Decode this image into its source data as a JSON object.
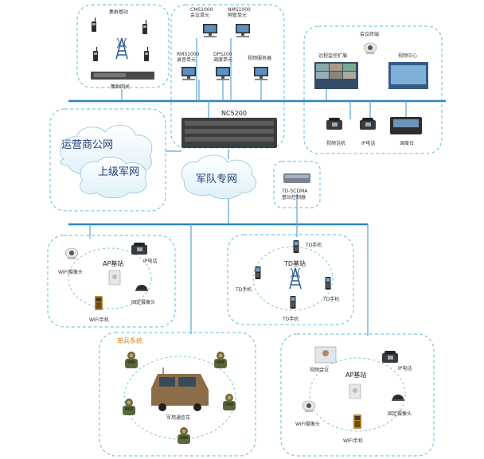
{
  "top": {
    "cluster_station_label": "集群基站",
    "cluster_gateway_label": "集群网关",
    "cms_label": "CMS1000\n会议单元",
    "nms_label": "NMS1000\n网管单元",
    "rms_label": "RMS1000\n录音单元",
    "dps_label": "DPS200\n调度单元",
    "video_server_label": "视频服务器",
    "conf_terminal_label": "会议终端",
    "remote_monitor_label": "远程监控扩展",
    "video_center_label": "视频中心",
    "video_phone_label": "视频话机",
    "ip_phone_label": "IP电话",
    "console_label": "调度台"
  },
  "core": {
    "nc_label": "NC5200",
    "operator_net_label": "运营商公网",
    "superior_net_label": "上级军网",
    "army_net_label": "军队专网",
    "td_controller_label": "TD-SCDMA\n基站控制器"
  },
  "wifi_left": {
    "ap_label": "AP基站",
    "ip_phone_label": "IP电话",
    "wifi_camera_label": "WIFI摄像头",
    "fixed_camera_label": "固定摄像头",
    "wifi_phone_label": "WIFI手机"
  },
  "td": {
    "station_label": "TD基站",
    "phones": [
      "TD手机",
      "TD手机",
      "TD手机",
      "TD手机"
    ]
  },
  "soldier": {
    "system_title": "单兵系统",
    "vehicle_label": "军用通信车"
  },
  "wifi_right": {
    "ap_label": "AP基站",
    "video_conf_label": "视频会议",
    "ip_phone_label": "IP电话",
    "wifi_camera_label": "WIFI摄像头",
    "fixed_camera_label": "固定摄像头",
    "wifi_phone_label": "WIFI手机"
  },
  "colors": {
    "bus": "#2a86c4",
    "dash": "#7fc6e0",
    "cloud": "#1d3f7a",
    "orange": "#e07a10"
  }
}
